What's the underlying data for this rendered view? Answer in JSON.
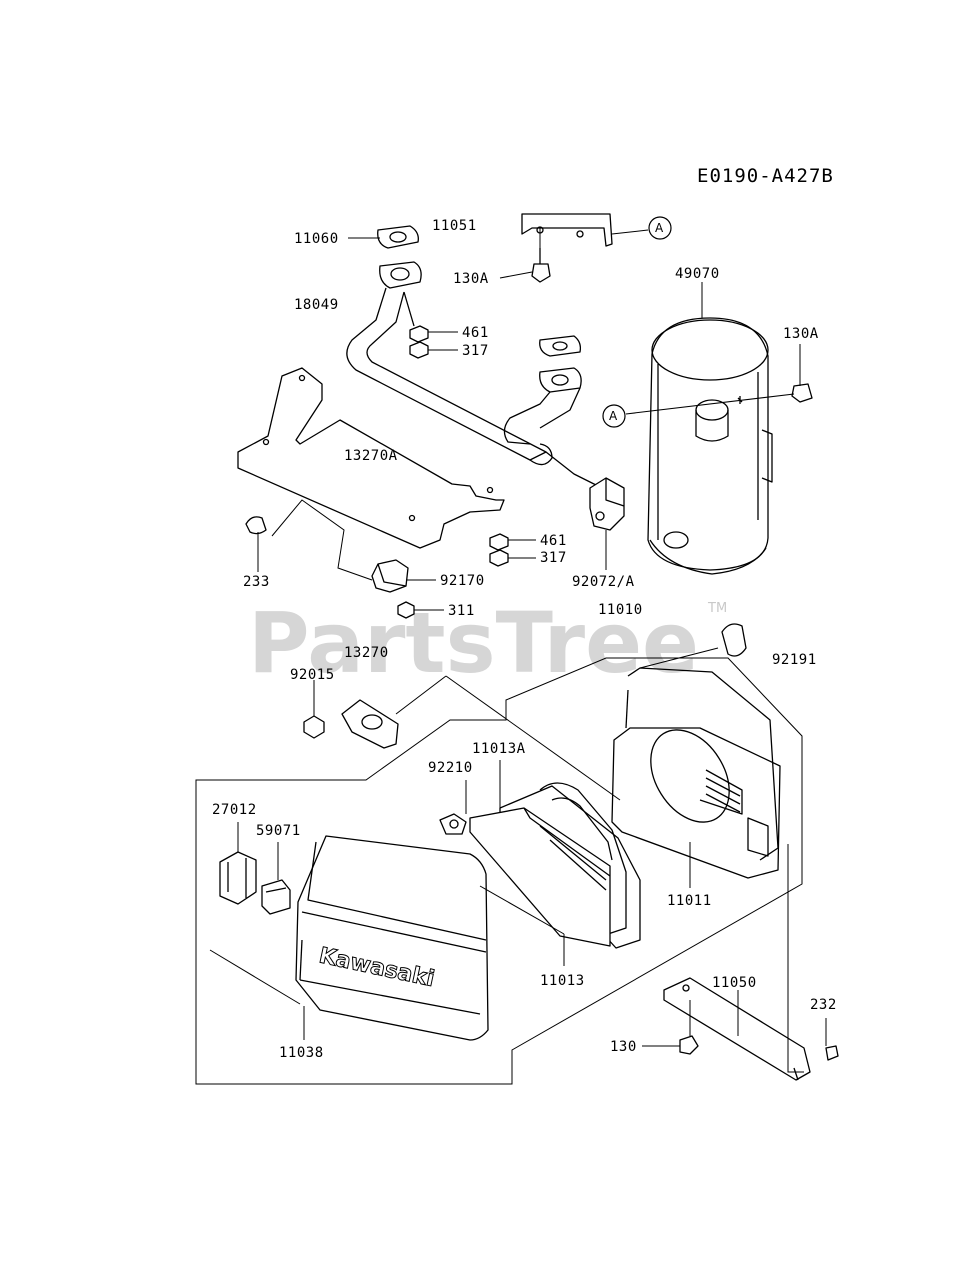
{
  "diagram_id": "E0190-A427B",
  "watermark": {
    "text": "PartsTree",
    "trademark": "TM"
  },
  "brand_text": "Kawasaki",
  "ref_marker": "A",
  "parts": [
    {
      "number": "11060"
    },
    {
      "number": "11051"
    },
    {
      "number": "130A"
    },
    {
      "number": "18049"
    },
    {
      "number": "461"
    },
    {
      "number": "317"
    },
    {
      "number": "49070"
    },
    {
      "number": "130A"
    },
    {
      "number": "13270A"
    },
    {
      "number": "461"
    },
    {
      "number": "317"
    },
    {
      "number": "233"
    },
    {
      "number": "92170"
    },
    {
      "number": "92072/A"
    },
    {
      "number": "311"
    },
    {
      "number": "11010"
    },
    {
      "number": "13270"
    },
    {
      "number": "92191"
    },
    {
      "number": "92015"
    },
    {
      "number": "11013A"
    },
    {
      "number": "92210"
    },
    {
      "number": "27012"
    },
    {
      "number": "59071"
    },
    {
      "number": "11011"
    },
    {
      "number": "11013"
    },
    {
      "number": "11050"
    },
    {
      "number": "232"
    },
    {
      "number": "130"
    },
    {
      "number": "11038"
    }
  ]
}
